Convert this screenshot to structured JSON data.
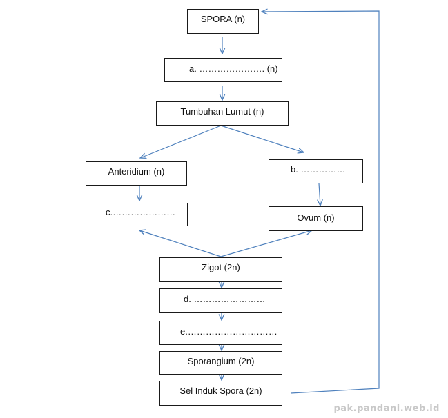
{
  "nodes": {
    "spora": "SPORA (n)",
    "a": "a.     …………………. (n)",
    "tumbuhan_lumut": "Tumbuhan Lumut (n)",
    "anteridium": "Anteridium (n)",
    "b": "b. ……………",
    "c": "c.…………………",
    "ovum": "Ovum (n)",
    "zigot": "Zigot (2n)",
    "d": "d. ……………………",
    "e": "e.…………………………",
    "sporangium": "Sporangium (2n)",
    "sel_induk_spora": "Sel Induk Spora (2n)"
  },
  "watermark": "pak.pandani.web.id",
  "colors": {
    "arrow": "#4f81bd",
    "box_border": "#1a1a1a",
    "watermark": "#c8c8c8"
  }
}
